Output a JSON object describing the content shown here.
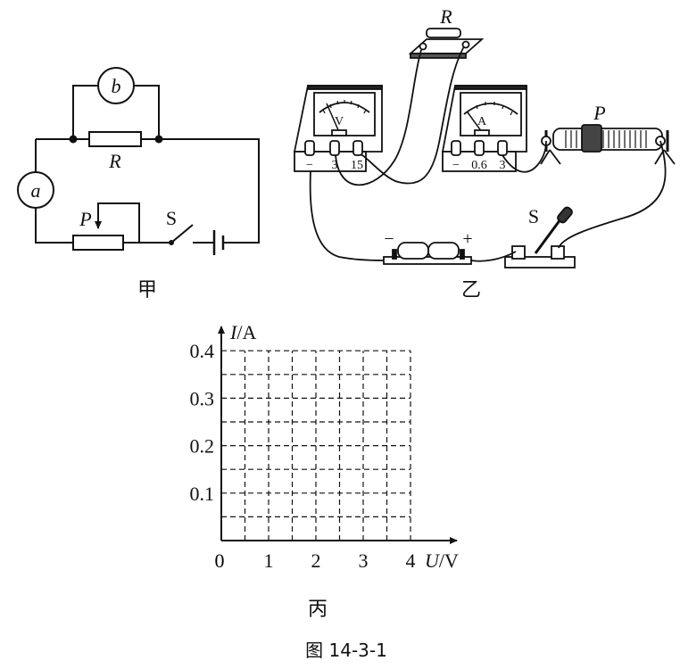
{
  "figure": {
    "caption": "图 14-3-1"
  },
  "diagram_jia": {
    "caption": "甲",
    "meter_a": "a",
    "meter_b": "b",
    "resistor": "R",
    "rheostat": "P",
    "switch": "S"
  },
  "diagram_yi": {
    "caption": "乙",
    "resistor": "R",
    "rheostat": "P",
    "switch": "S",
    "voltmeter": {
      "letter": "V",
      "terminals": [
        "−",
        "3",
        "15"
      ]
    },
    "ammeter": {
      "letter": "A",
      "terminals": [
        "−",
        "0.6",
        "3"
      ]
    },
    "battery_minus": "−",
    "battery_plus": "+"
  },
  "chart_bing": {
    "caption": "丙"
  },
  "chart_data": {
    "type": "scatter",
    "title": "",
    "xlabel_var": "U",
    "xlabel_unit": "/V",
    "ylabel_var": "I",
    "ylabel_unit": "/A",
    "xlim": [
      0,
      4
    ],
    "ylim": [
      0,
      0.4
    ],
    "x_ticks": [
      "0",
      "1",
      "2",
      "3",
      "4"
    ],
    "y_ticks": [
      "0.1",
      "0.2",
      "0.3",
      "0.4"
    ],
    "grid": true,
    "grid_style": "dashed",
    "grid_step_x": 0.5,
    "grid_step_y": 0.05,
    "series": []
  }
}
